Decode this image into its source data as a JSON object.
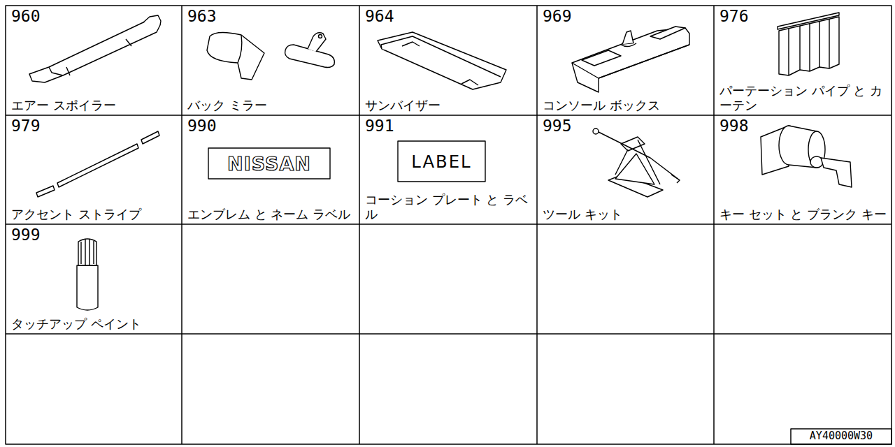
{
  "diagram": {
    "nodes": [
      {
        "text": [
          "960",
          "エアー スポイラー"
        ]
      },
      {
        "text": [
          "963",
          "バック ミラー"
        ]
      },
      {
        "text": [
          "964",
          "サンバイザー"
        ]
      },
      {
        "text": [
          "969",
          "コンソール ボックス"
        ]
      },
      {
        "text": [
          "976",
          "パーテーション パイプ と カーテン"
        ]
      },
      {
        "text": [
          "979",
          "アクセント ストライプ"
        ]
      },
      {
        "text": [
          "990",
          "エンブレム と ネーム ラベル"
        ]
      },
      {
        "text": [
          "991",
          "コーション プレート と ラベル"
        ]
      },
      {
        "text": [
          "995",
          "ツール キット"
        ]
      },
      {
        "text": [
          "998",
          "キー セット と ブランク キー"
        ]
      },
      {
        "text": [
          "999",
          "タッチアップ ペイント"
        ]
      },
      {
        "text": [
          "AY40000W30"
        ]
      }
    ],
    "labels": [
      "NISSAN",
      "LABEL"
    ]
  }
}
